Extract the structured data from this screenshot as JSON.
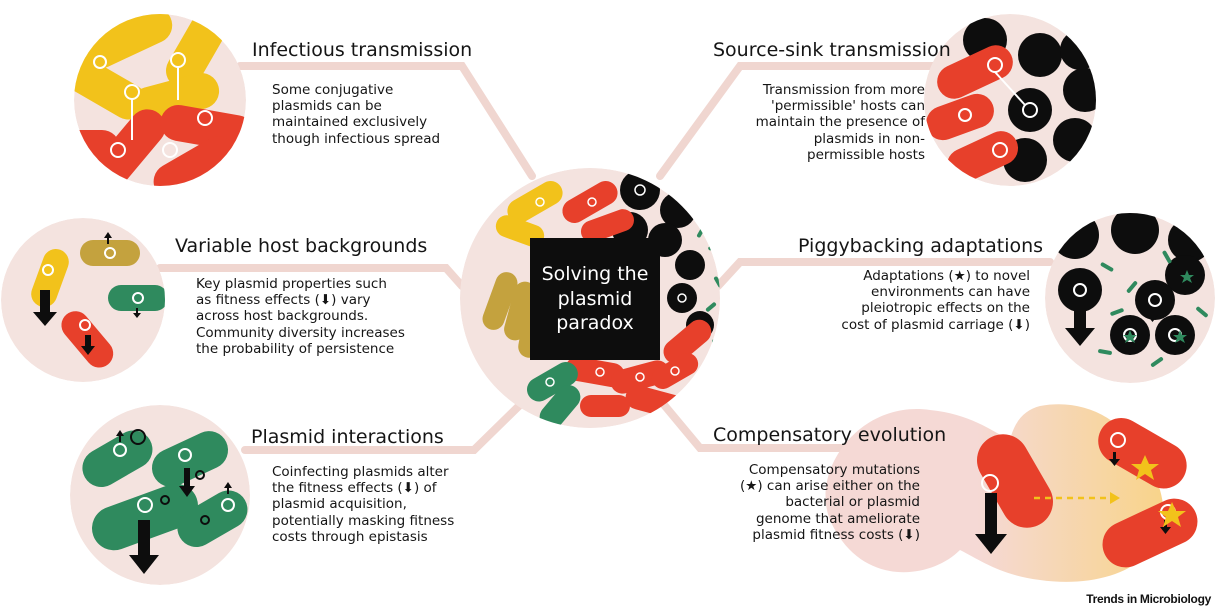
{
  "center": {
    "title": "Solving the\nplasmid\nparadox"
  },
  "panels": {
    "infectious": {
      "title": "Infectious transmission",
      "desc": "Some conjugative\nplasmids can be\nmaintained exclusively\nthough infectious spread"
    },
    "source_sink": {
      "title": "Source-sink transmission",
      "desc": "Transmission from more\n'permissible' hosts can\nmaintain the presence of\nplasmids in non-\npermissible hosts"
    },
    "variable_host": {
      "title": "Variable host backgrounds",
      "desc": "Key plasmid properties such\nas fitness effects (⬇) vary\nacross host backgrounds.\nCommunity diversity increases\nthe probability of persistence"
    },
    "piggybacking": {
      "title": "Piggybacking adaptations",
      "desc": "Adaptations (★) to novel\nenvironments can have\npleiotropic effects on the\ncost of plasmid carriage (⬇)"
    },
    "plasmid_interactions": {
      "title": "Plasmid interactions",
      "desc": "Coinfecting plasmids alter\nthe fitness effects (⬇) of\nplasmid acquisition,\npotentially masking fitness\ncosts through epistasis"
    },
    "compensatory": {
      "title": "Compensatory evolution",
      "desc": "Compensatory mutations\n(★) can arise either on the\nbacterial or plasmid\ngenome that ameliorate\nplasmid fitness costs (⬇)"
    }
  },
  "journal": "Trends in Microbiology",
  "colors": {
    "background_circle": "#f4e3df",
    "connector": "#f0d6d0",
    "yellow": "#f2c21b",
    "olive": "#c4a23e",
    "red": "#e7402b",
    "green": "#2f8a5e",
    "black": "#0d0d0d",
    "compensatory_gradient_start": "#f5d9d5",
    "compensatory_gradient_end": "#f8d48a"
  }
}
